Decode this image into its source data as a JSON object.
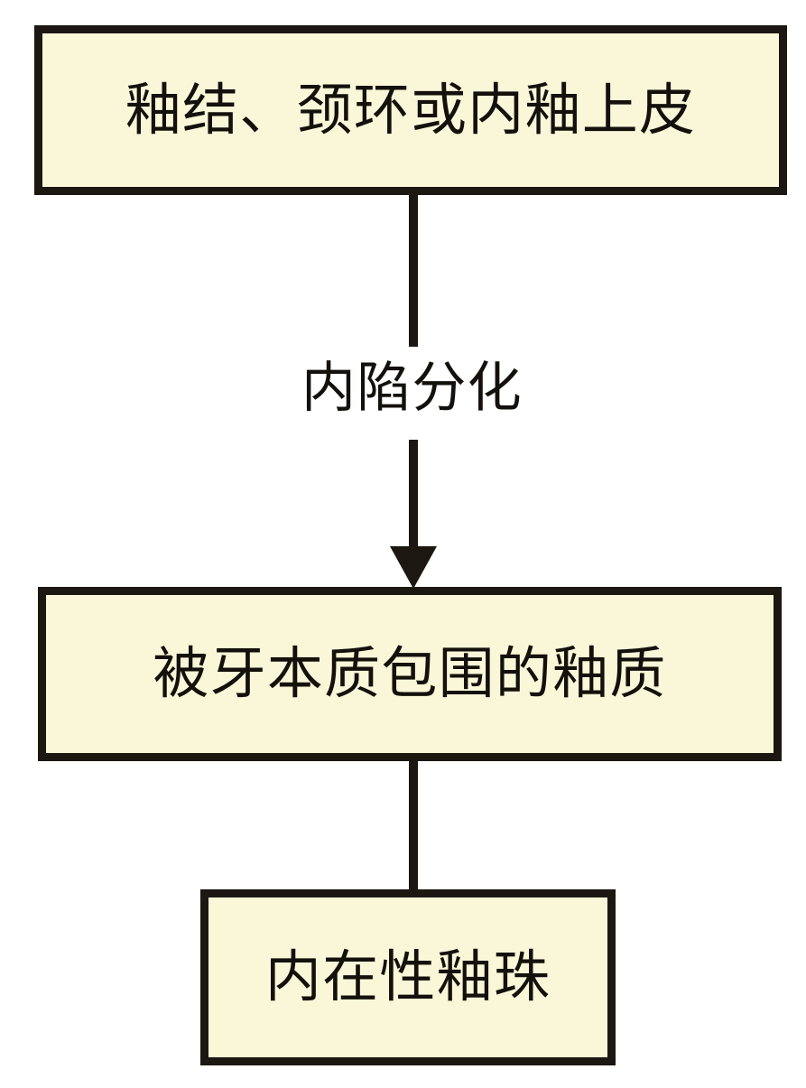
{
  "diagram": {
    "title": "",
    "background_color": "#ffffff",
    "node_fill_color": "#faf7d9",
    "node_border_color": "#1c1710",
    "connector_color": "#1c1710",
    "text_color": "#14100c",
    "nodes": [
      {
        "id": "node-1",
        "label": "釉结、颈环或内釉上皮"
      },
      {
        "id": "node-2",
        "label": "被牙本质包围的釉质"
      },
      {
        "id": "node-3",
        "label": "内在性釉珠"
      }
    ],
    "edges": [
      {
        "id": "edge-1",
        "from": "node-1",
        "to": "node-2",
        "label": "内陷分化",
        "arrow": "filled-triangle-down"
      },
      {
        "id": "edge-2",
        "from": "node-2",
        "to": "node-3",
        "label": "",
        "arrow": "none"
      }
    ]
  }
}
